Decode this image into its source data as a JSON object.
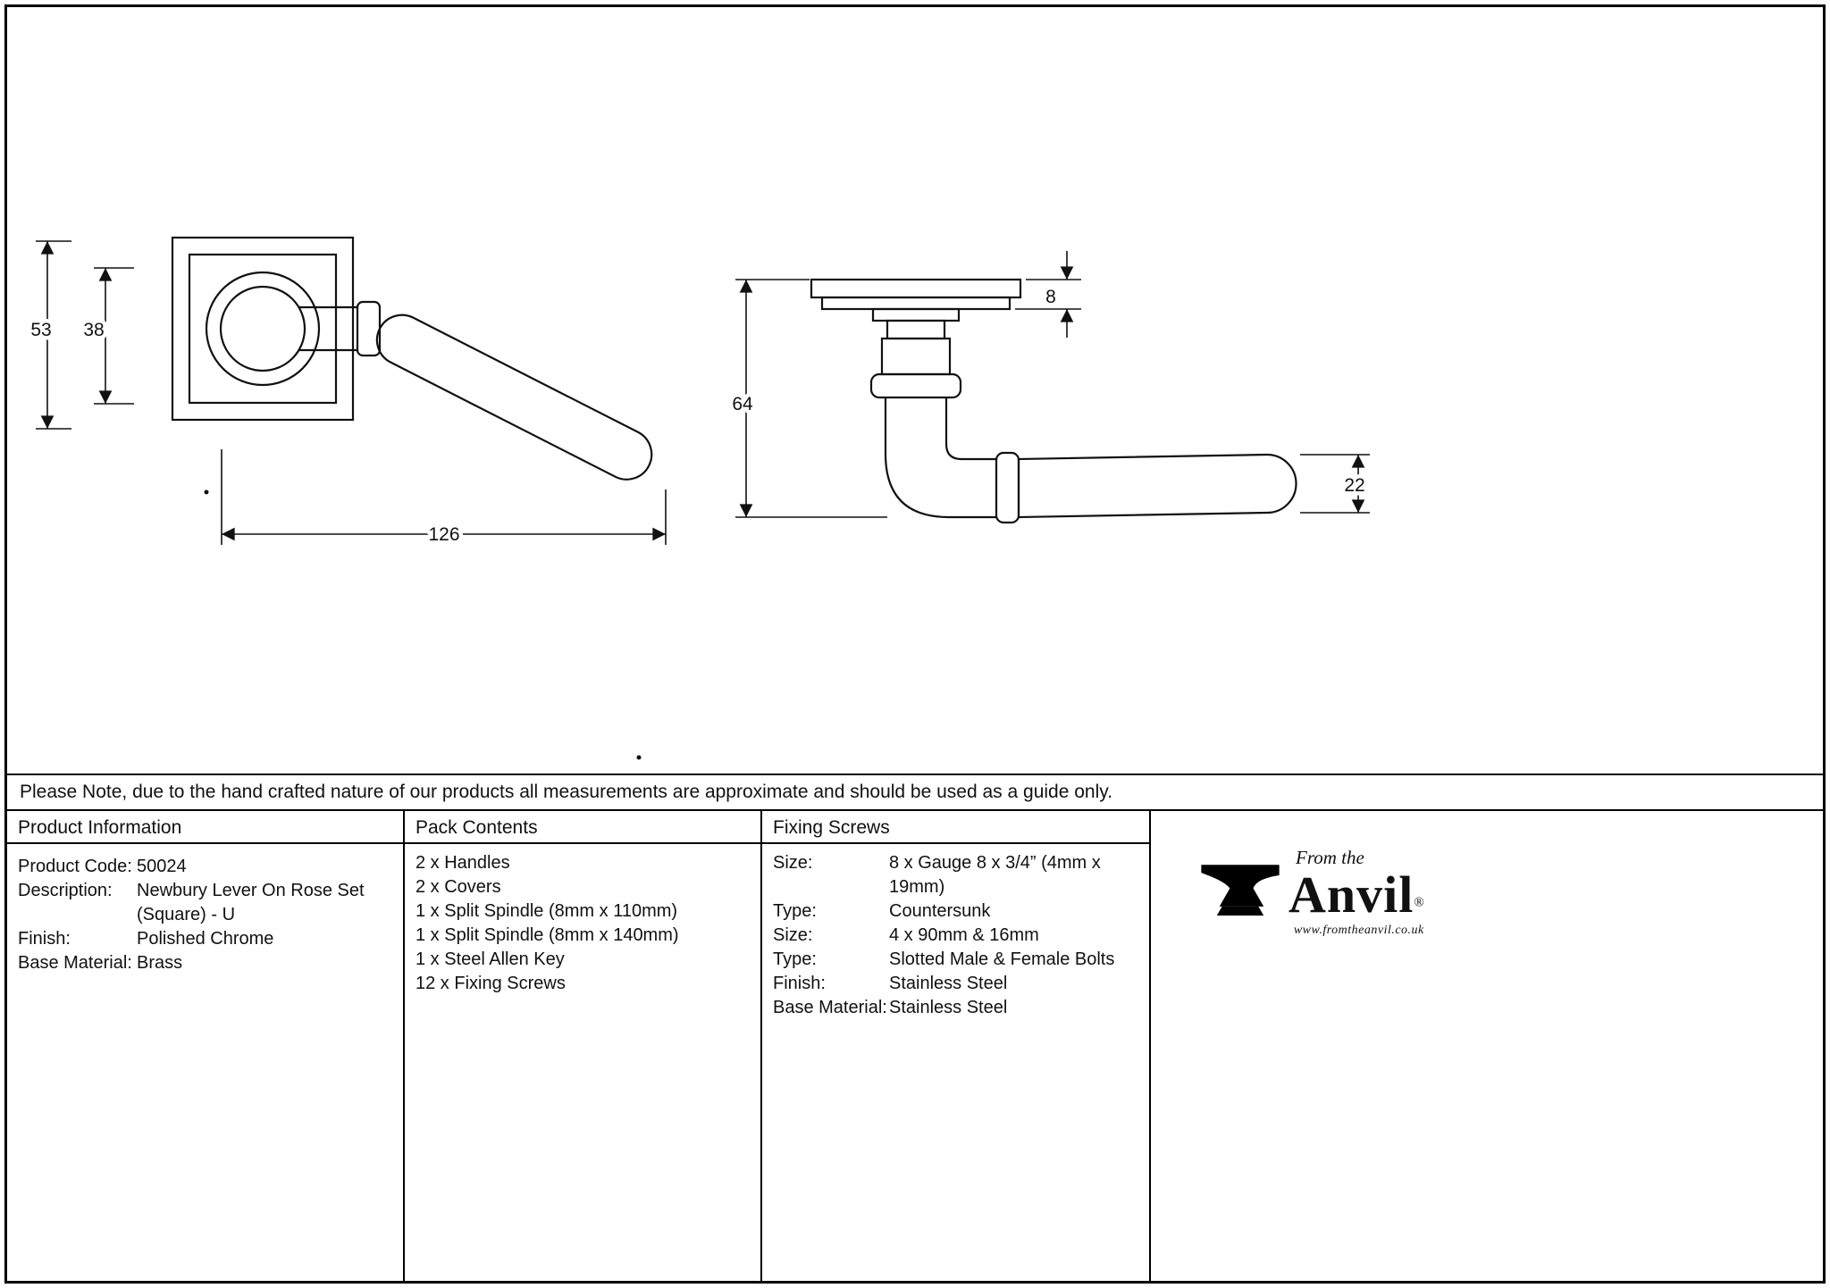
{
  "note": "Please Note, due to the hand crafted nature of our products all measurements are approximate and should be used as a guide only.",
  "drawing": {
    "front_view": {
      "dim_height": "53",
      "dim_rose": "38",
      "dim_length": "126"
    },
    "side_view": {
      "dim_plate": "8",
      "dim_height": "64",
      "dim_tip": "22"
    }
  },
  "product_information": {
    "header": "Product Information",
    "rows": [
      {
        "label": "Product Code:",
        "value": "50024"
      },
      {
        "label": "Description:",
        "value": "Newbury Lever On Rose Set (Square) - U"
      },
      {
        "label": "Finish:",
        "value": "Polished Chrome"
      },
      {
        "label": "Base Material:",
        "value": "Brass"
      }
    ]
  },
  "pack_contents": {
    "header": "Pack Contents",
    "items": [
      "2 x Handles",
      "2 x Covers",
      "1 x Split Spindle (8mm x 110mm)",
      "1 x Split Spindle (8mm x 140mm)",
      "1 x Steel Allen Key",
      "12 x Fixing Screws"
    ]
  },
  "fixing_screws": {
    "header": "Fixing Screws",
    "rows": [
      {
        "label": "Size:",
        "value": "8 x Gauge 8 x 3/4” (4mm x 19mm)"
      },
      {
        "label": "Type:",
        "value": "Countersunk"
      },
      {
        "label": "Size:",
        "value": "4 x 90mm & 16mm"
      },
      {
        "label": "Type:",
        "value": "Slotted Male & Female Bolts"
      },
      {
        "label": "Finish:",
        "value": "Stainless Steel"
      },
      {
        "label": "Base Material:",
        "value": "Stainless Steel"
      }
    ]
  },
  "logo": {
    "tagline": "From the",
    "name": "Anvil",
    "registered": "®",
    "website": "www.fromtheanvil.co.uk"
  }
}
